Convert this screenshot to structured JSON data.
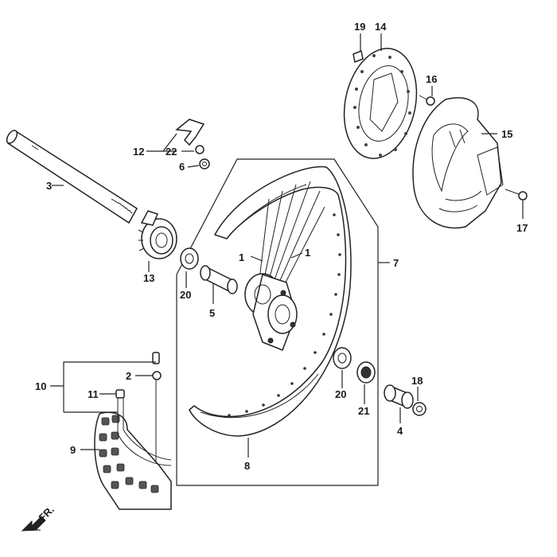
{
  "callouts": {
    "c1a": "1",
    "c1b": "1",
    "c2": "2",
    "c3": "3",
    "c4": "4",
    "c5": "5",
    "c6": "6",
    "c7": "7",
    "c8": "8",
    "c9": "9",
    "c10": "10",
    "c11": "11",
    "c12": "12",
    "c13": "13",
    "c14": "14",
    "c15": "15",
    "c16": "16",
    "c17": "17",
    "c18": "18",
    "c19": "19",
    "c20a": "20",
    "c20b": "20",
    "c21": "21",
    "c22": "22"
  },
  "front_arrow": {
    "text": "FR."
  }
}
